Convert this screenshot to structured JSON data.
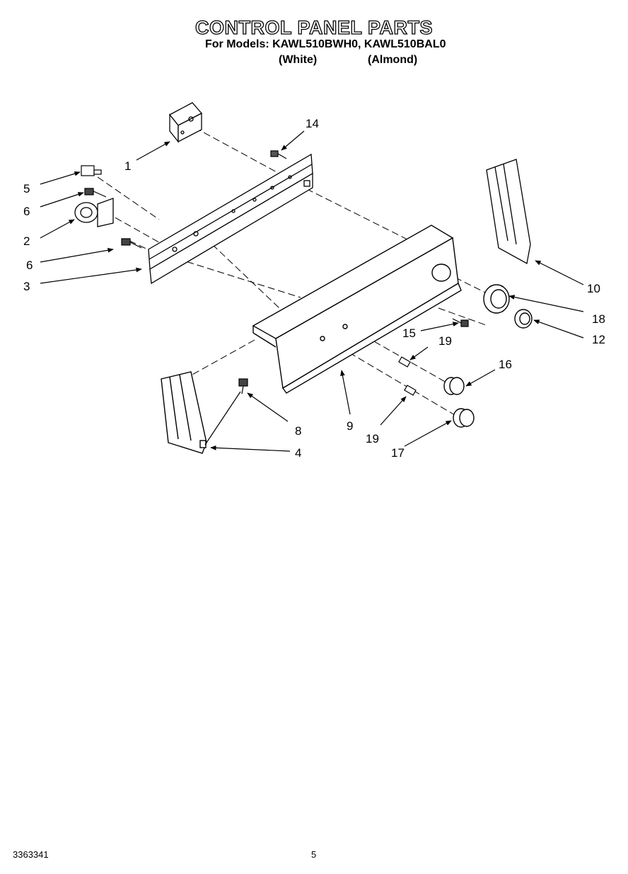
{
  "header": {
    "title": "CONTROL PANEL PARTS",
    "models_line": "For Models: KAWL510BWH0, KAWL510BAL0",
    "variant_white": "(White)",
    "variant_almond": "(Almond)"
  },
  "callouts": [
    {
      "id": "c1",
      "label": "1"
    },
    {
      "id": "c14",
      "label": "14"
    },
    {
      "id": "c5",
      "label": "5"
    },
    {
      "id": "c6a",
      "label": "6"
    },
    {
      "id": "c2",
      "label": "2"
    },
    {
      "id": "c6b",
      "label": "6"
    },
    {
      "id": "c3",
      "label": "3"
    },
    {
      "id": "c10",
      "label": "10"
    },
    {
      "id": "c18",
      "label": "18"
    },
    {
      "id": "c12",
      "label": "12"
    },
    {
      "id": "c15",
      "label": "15"
    },
    {
      "id": "c19a",
      "label": "19"
    },
    {
      "id": "c16",
      "label": "16"
    },
    {
      "id": "c8",
      "label": "8"
    },
    {
      "id": "c9",
      "label": "9"
    },
    {
      "id": "c19b",
      "label": "19"
    },
    {
      "id": "c17",
      "label": "17"
    },
    {
      "id": "c4",
      "label": "4"
    }
  ],
  "footer": {
    "doc_number": "3363341",
    "page_number": "5"
  }
}
